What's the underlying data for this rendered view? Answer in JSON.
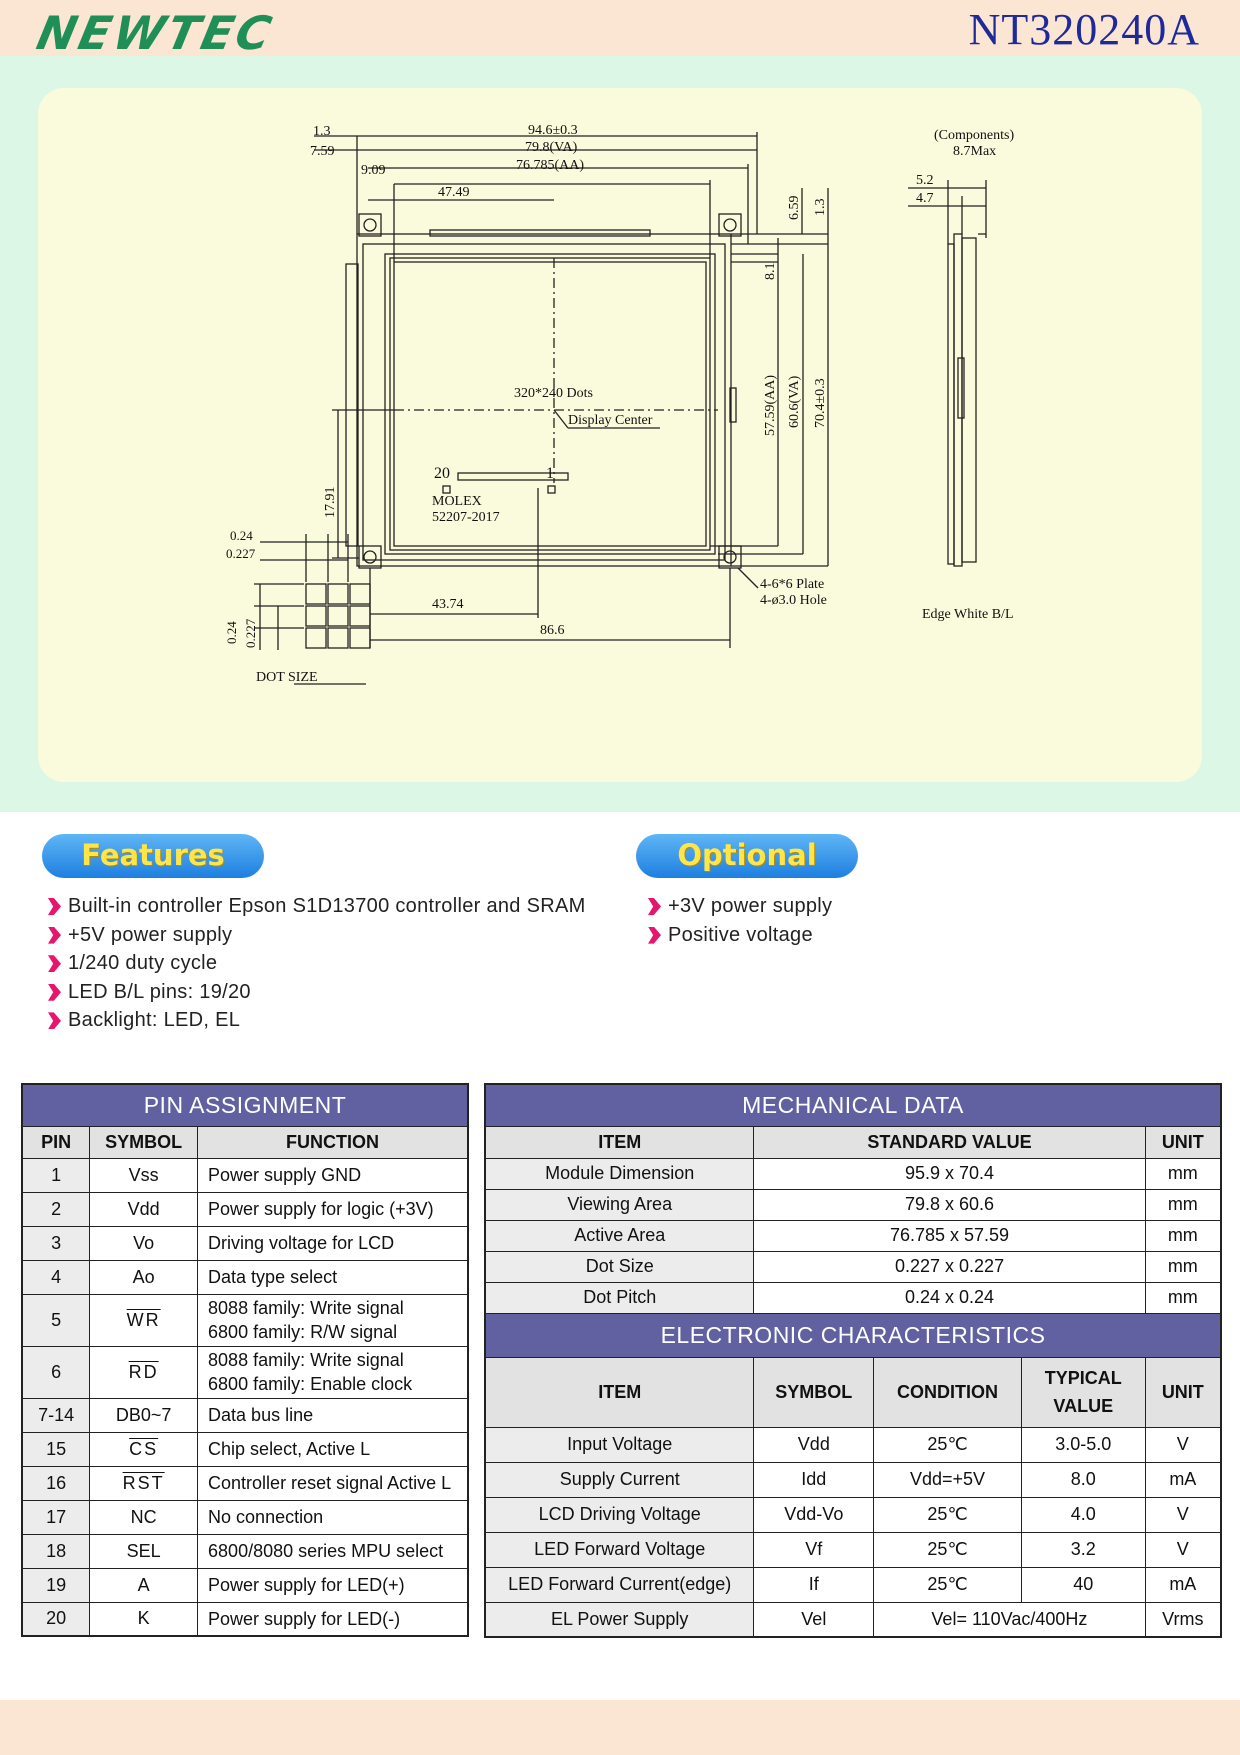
{
  "header": {
    "logo": "NEWTEC",
    "model": "NT320240A"
  },
  "drawing": {
    "top_dims": [
      "1.3",
      "7.59",
      "9.09",
      "94.6±0.3",
      "79.8(VA)",
      "76.785(AA)",
      "47.49"
    ],
    "right_dims": [
      "6.59",
      "1.3",
      "8.1",
      "57.59(AA)",
      "60.6(VA)",
      "70.4±0.3"
    ],
    "left_dims": [
      "17.91"
    ],
    "bottom_dims": [
      "43.74",
      "86.6"
    ],
    "center_label": "320*240 Dots",
    "center_note": "Display Center",
    "pin20": "20",
    "pin1": "1",
    "connector": "MOLEX",
    "connector_part": "52207-2017",
    "plate": "4-6*6 Plate",
    "hole": "4-ø3.0 Hole",
    "side_components": "(Components)",
    "side_max": "8.7Max",
    "side_dims": [
      "5.2",
      "4.7"
    ],
    "side_note": "Edge White B/L",
    "dot_dims": [
      "0.24",
      "0.227",
      "0.24",
      "0.227"
    ],
    "dot_label": "DOT SIZE"
  },
  "features": {
    "title": "Features",
    "items": [
      "Built-in controller Epson S1D13700 controller and SRAM",
      "+5V power supply",
      "1/240 duty cycle",
      "LED B/L pins: 19/20",
      "Backlight: LED, EL"
    ]
  },
  "optional": {
    "title": "Optional",
    "items": [
      "+3V power supply",
      "Positive voltage"
    ]
  },
  "pin_assignment": {
    "title": "PIN ASSIGNMENT",
    "headers": [
      "PIN",
      "SYMBOL",
      "FUNCTION"
    ],
    "rows": [
      {
        "pin": "1",
        "symbol": "Vss",
        "f1": "Power supply GND",
        "f2": ""
      },
      {
        "pin": "2",
        "symbol": "Vdd",
        "f1": "Power supply for logic (+3V)",
        "f2": ""
      },
      {
        "pin": "3",
        "symbol": "Vo",
        "f1": "Driving voltage for LCD",
        "f2": ""
      },
      {
        "pin": "4",
        "symbol": "Ao",
        "f1": "Data type select",
        "f2": ""
      },
      {
        "pin": "5",
        "symbol": "WR",
        "f1": "8088 family: Write signal",
        "f2": "6800 family: R/W signal"
      },
      {
        "pin": "6",
        "symbol": "RD",
        "f1": "8088 family: Write signal",
        "f2": "6800 family: Enable clock"
      },
      {
        "pin": "7-14",
        "symbol": "DB0~7",
        "f1": "Data bus line",
        "f2": ""
      },
      {
        "pin": "15",
        "symbol": "CS",
        "f1": "Chip select, Active L",
        "f2": ""
      },
      {
        "pin": "16",
        "symbol": "RST",
        "f1": "Controller reset signal Active L",
        "f2": ""
      },
      {
        "pin": "17",
        "symbol": "NC",
        "f1": "No connection",
        "f2": ""
      },
      {
        "pin": "18",
        "symbol": "SEL",
        "f1": "6800/8080 series MPU select",
        "f2": ""
      },
      {
        "pin": "19",
        "symbol": "A",
        "f1": "Power supply for LED(+)",
        "f2": ""
      },
      {
        "pin": "20",
        "symbol": "K",
        "f1": "Power supply for LED(-)",
        "f2": ""
      }
    ]
  },
  "mechanical": {
    "title": "MECHANICAL DATA",
    "headers": [
      "ITEM",
      "STANDARD VALUE",
      "UNIT"
    ],
    "rows": [
      {
        "item": "Module Dimension",
        "value": "95.9 x 70.4",
        "unit": "mm"
      },
      {
        "item": "Viewing Area",
        "value": "79.8 x 60.6",
        "unit": "mm"
      },
      {
        "item": "Active Area",
        "value": "76.785 x 57.59",
        "unit": "mm"
      },
      {
        "item": "Dot Size",
        "value": "0.227 x 0.227",
        "unit": "mm"
      },
      {
        "item": "Dot Pitch",
        "value": "0.24 x 0.24",
        "unit": "mm"
      }
    ]
  },
  "electronic": {
    "title": "ELECTRONIC CHARACTERISTICS",
    "headers": [
      "ITEM",
      "SYMBOL",
      "CONDITION",
      "TYPICAL",
      "VALUE",
      "UNIT"
    ],
    "rows": [
      {
        "item": "Input Voltage",
        "symbol": "Vdd",
        "condition": "25℃",
        "value": "3.0-5.0",
        "unit": "V"
      },
      {
        "item": "Supply Current",
        "symbol": "Idd",
        "condition": "Vdd=+5V",
        "value": "8.0",
        "unit": "mA"
      },
      {
        "item": "LCD Driving Voltage",
        "symbol": "Vdd-Vo",
        "condition": "25℃",
        "value": "4.0",
        "unit": "V"
      },
      {
        "item": "LED Forward Voltage",
        "symbol": "Vf",
        "condition": "25℃",
        "value": "3.2",
        "unit": "V"
      },
      {
        "item": "LED Forward Current(edge)",
        "symbol": "If",
        "condition": "25℃",
        "value": "40",
        "unit": "mA"
      },
      {
        "item": "EL Power Supply",
        "symbol": "Vel",
        "condition": "Vel= 110Vac/400Hz",
        "value": "",
        "unit": "Vrms"
      }
    ]
  }
}
